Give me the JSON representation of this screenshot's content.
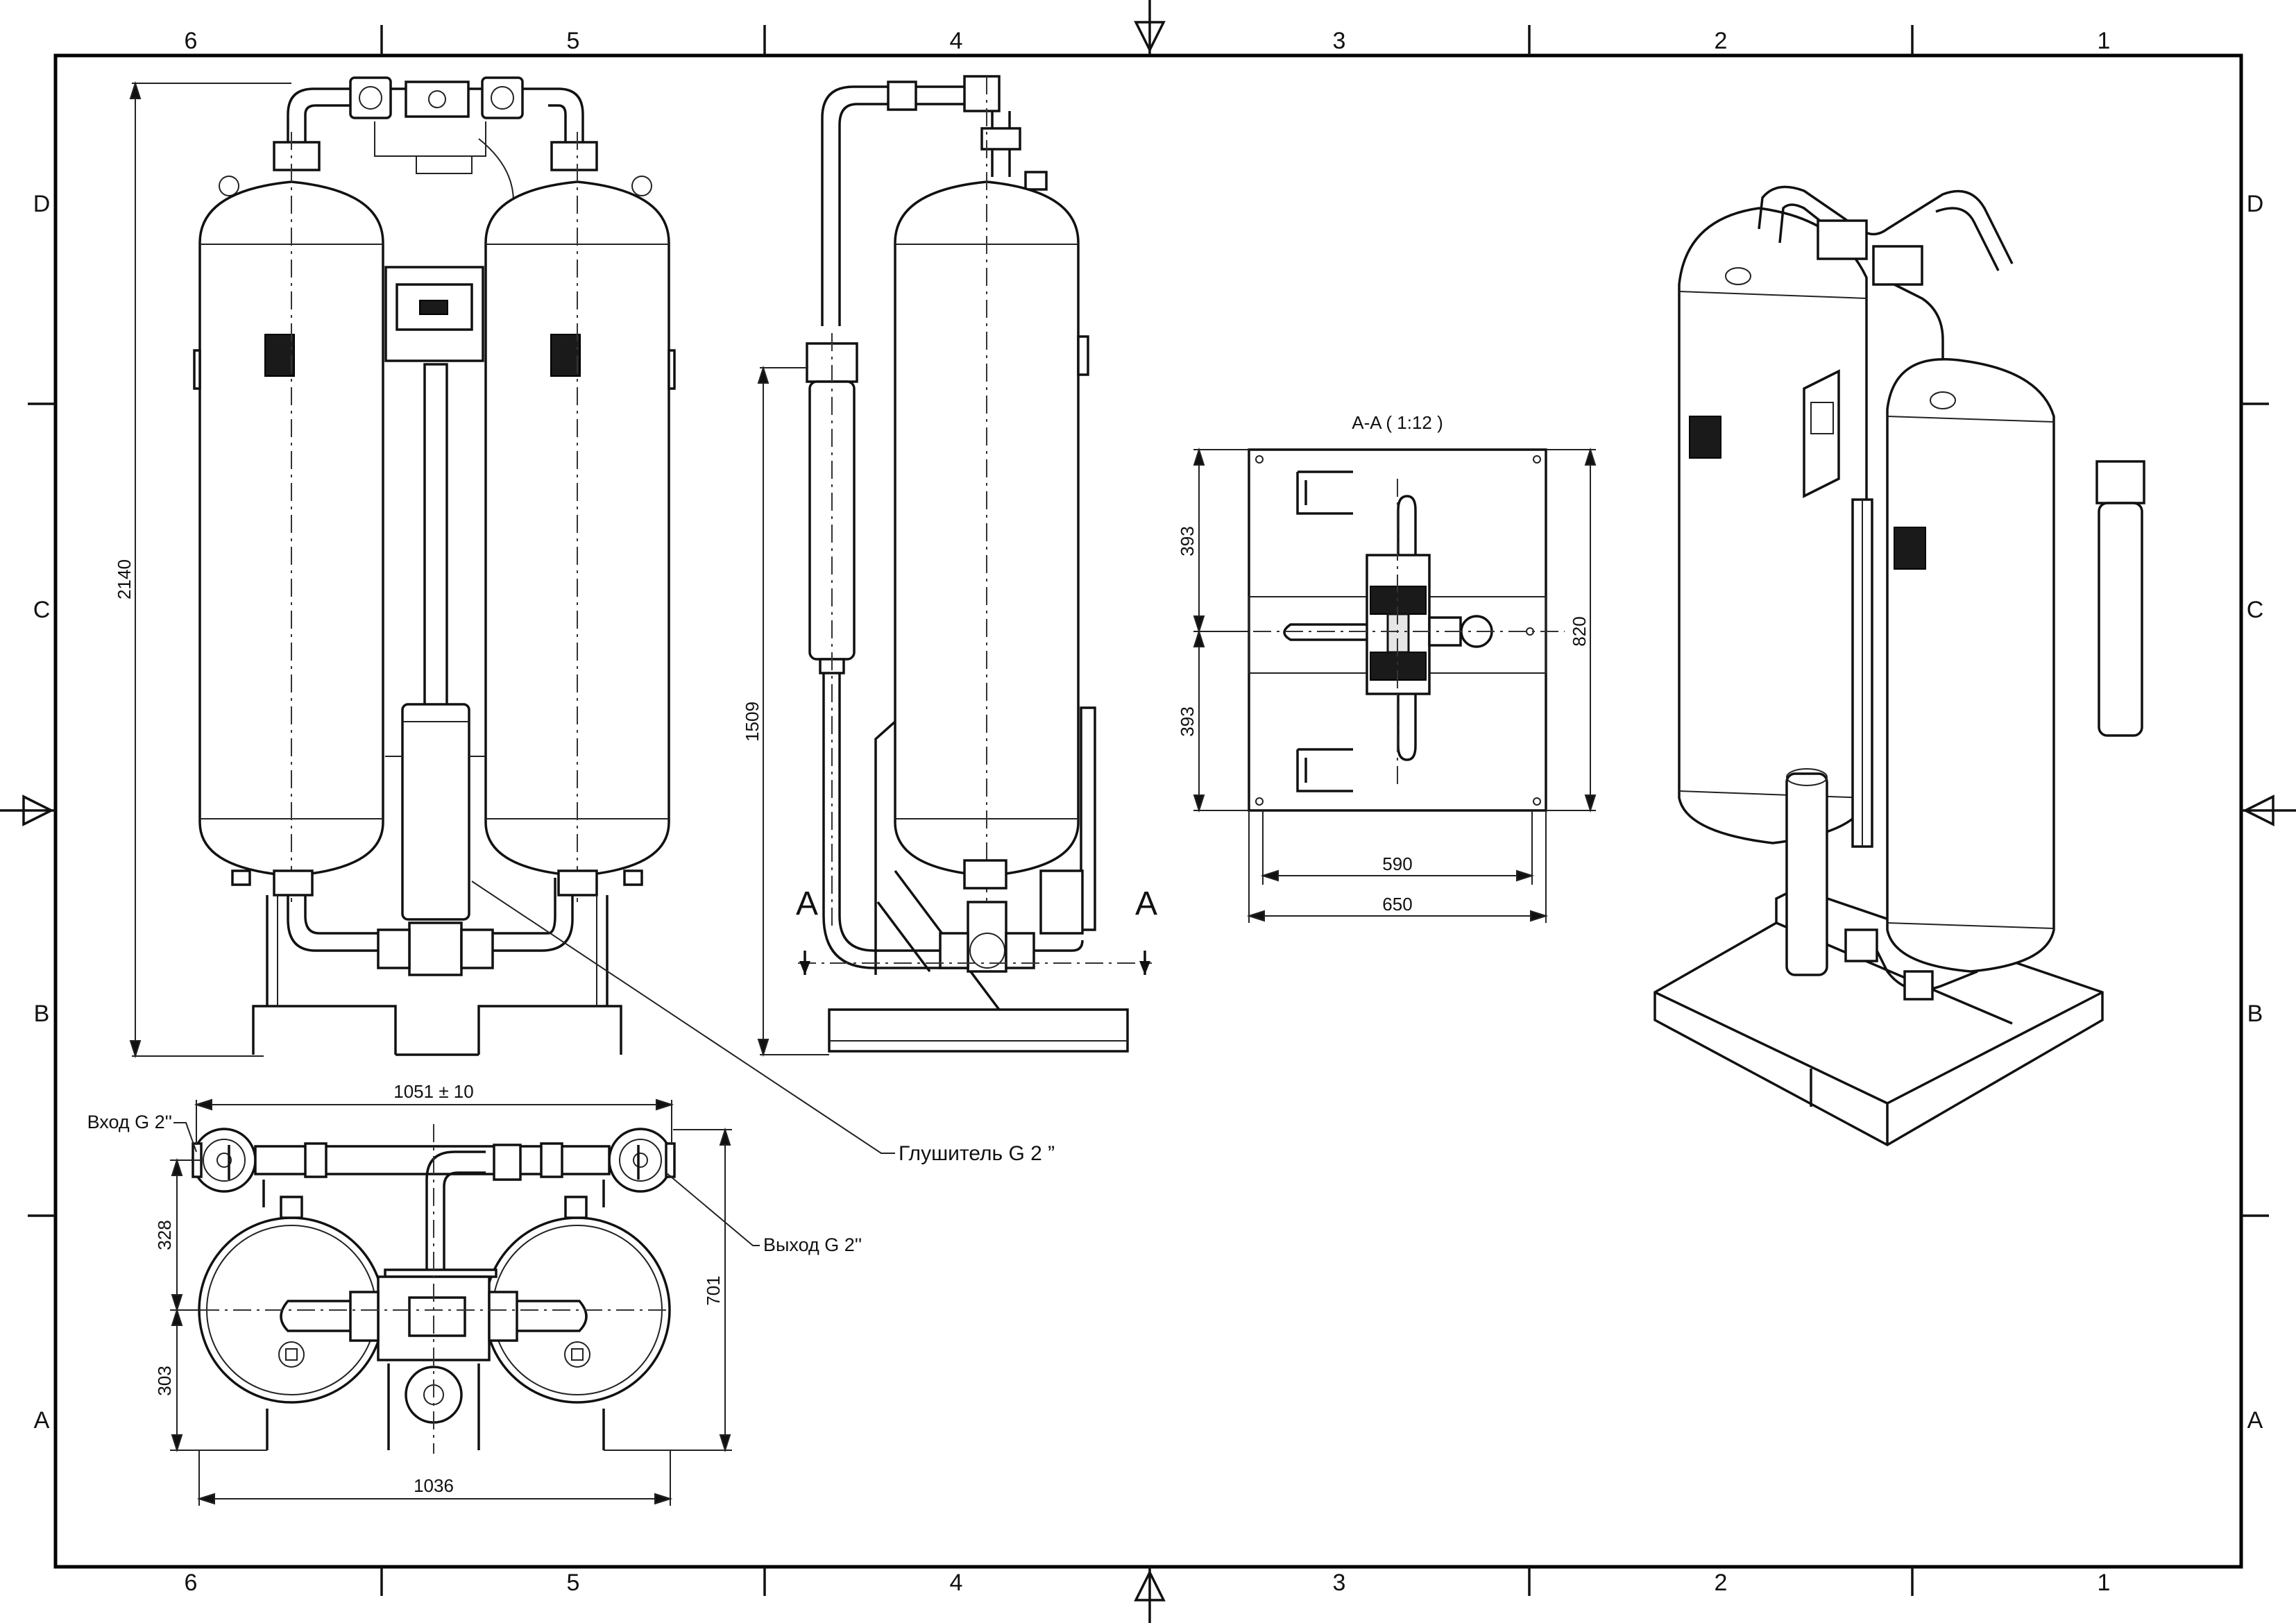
{
  "frame": {
    "columns": [
      "6",
      "5",
      "4",
      "3",
      "2",
      "1"
    ],
    "rows": [
      "D",
      "C",
      "B",
      "A"
    ]
  },
  "dimensions": {
    "front_height": "2140",
    "filter_height": "1509",
    "section_half_top": "393",
    "section_half_bottom": "393",
    "section_depth": "820",
    "section_inner_width": "590",
    "section_outer_width": "650",
    "top_overall_width": "1051 ± 10",
    "top_depth_front": "328",
    "top_depth_rear": "303",
    "top_total_depth": "701",
    "top_base_width": "1036"
  },
  "labels": {
    "section_title": "A-A ( 1:12 )",
    "section_mark_left": "A",
    "section_mark_right": "A",
    "inlet": "Вход G 2''",
    "outlet": "Выход G 2''",
    "muffler": "Глушитель G 2 ”"
  }
}
